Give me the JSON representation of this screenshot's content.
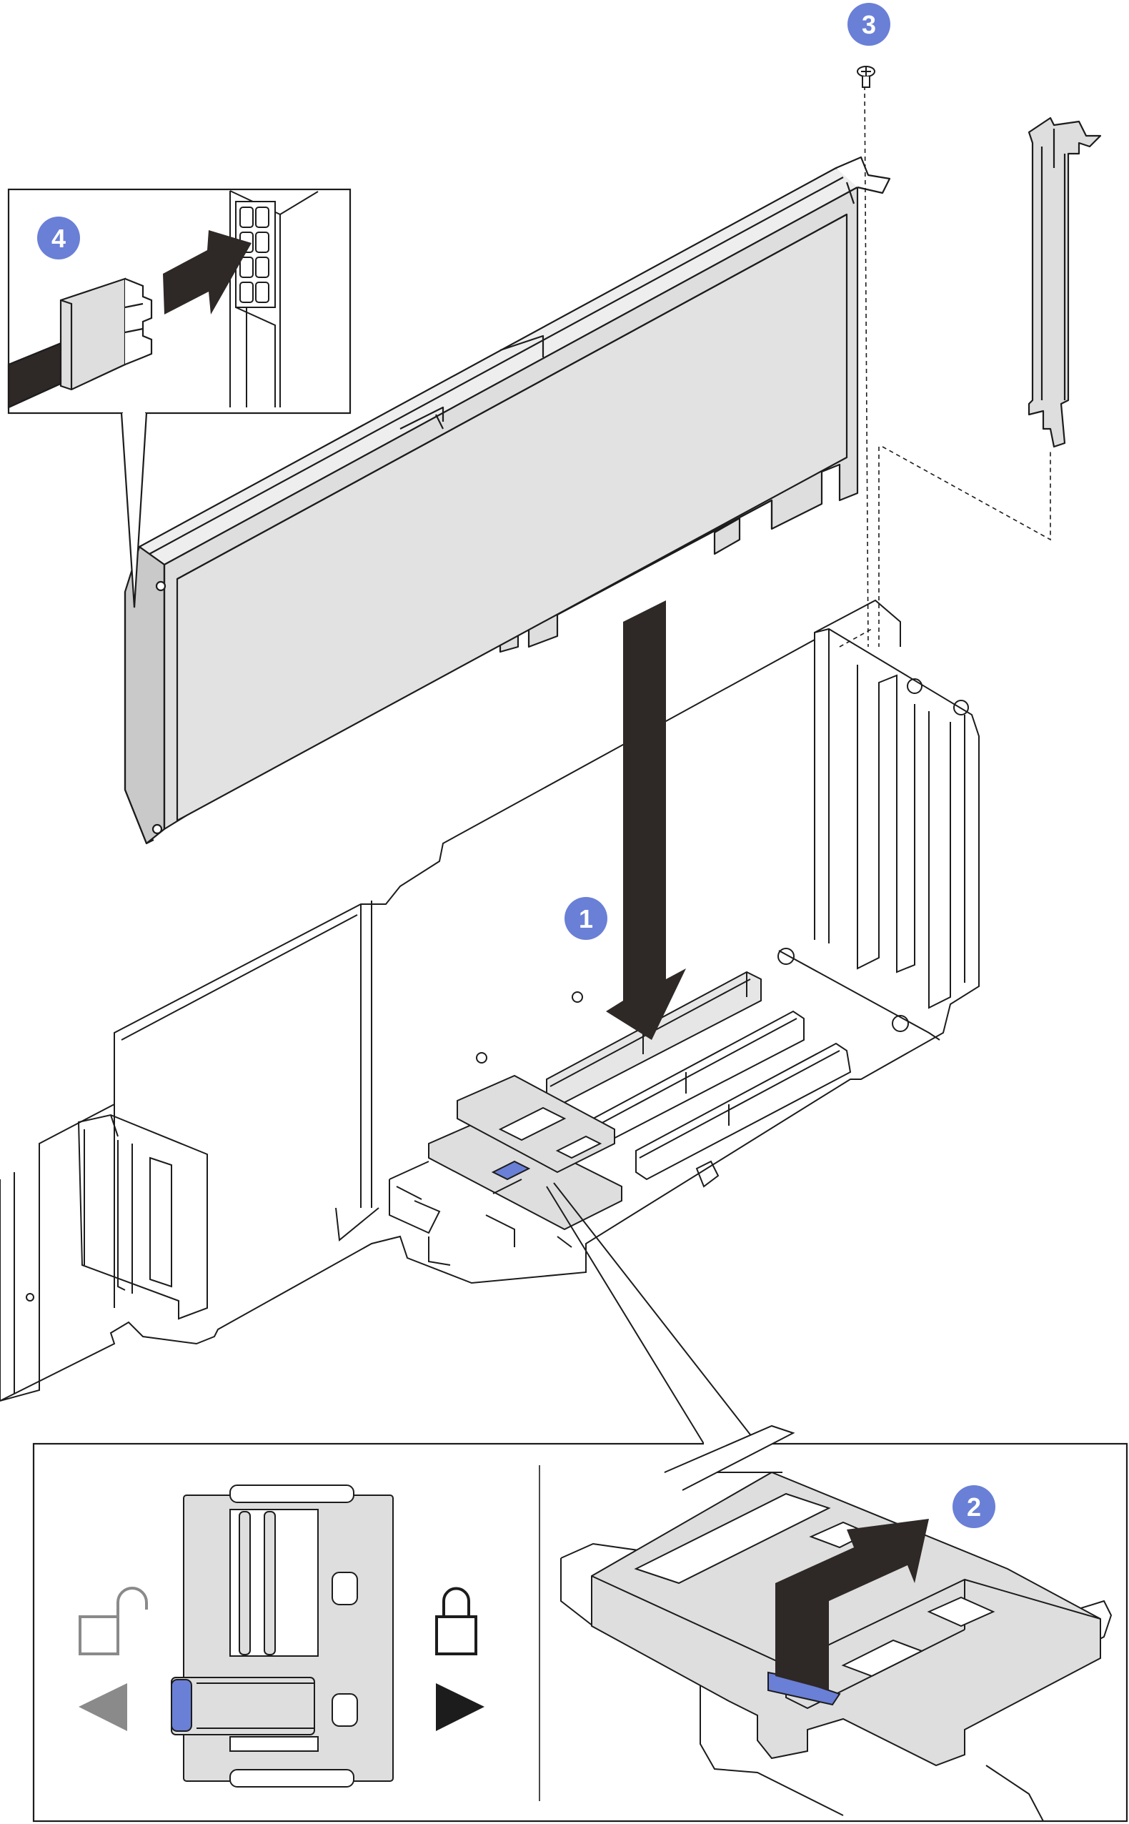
{
  "steps": [
    {
      "id": "step-1",
      "label": "1"
    },
    {
      "id": "step-2",
      "label": "2"
    },
    {
      "id": "step-3",
      "label": "3"
    },
    {
      "id": "step-4",
      "label": "4"
    }
  ],
  "colors": {
    "step_badge": "#6a7fd6",
    "latch_accent": "#6a7fd6",
    "arrow_dark": "#2e2826",
    "card_fill": "#dedede",
    "line": "#1c1c1c",
    "lock_arrow_gray": "#8a8a8a"
  },
  "icons": {
    "unlock": "unlock-icon",
    "lock": "lock-icon",
    "left_arrow": "triangle-left-icon",
    "right_arrow": "triangle-right-icon"
  }
}
